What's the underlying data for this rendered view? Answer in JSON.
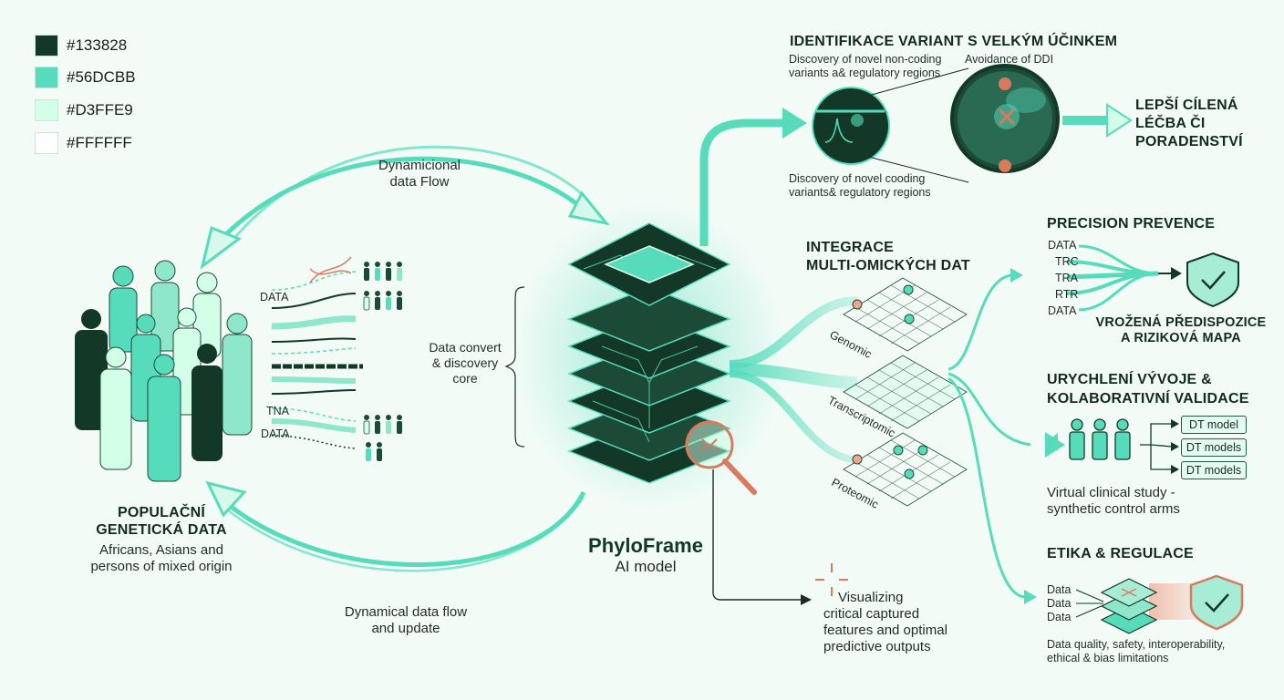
{
  "palette": [
    {
      "hex": "#133828",
      "label": "#133828"
    },
    {
      "hex": "#56DCBB",
      "label": "#56DCBB"
    },
    {
      "hex": "#D3FFE9",
      "label": "#D3FFE9"
    },
    {
      "hex": "#FFFFFF",
      "label": "#FFFFFF"
    }
  ],
  "flows": {
    "top": [
      "Dynamicional",
      "data Flow"
    ],
    "bottom": [
      "Dynamical data flow",
      "and update"
    ]
  },
  "population": {
    "title": [
      "POPULAČNÍ",
      "GENETICKÁ DATA"
    ],
    "subtitle": [
      "Africans, Asians and",
      "persons of mixed origin"
    ],
    "labels": [
      "DATA",
      "TNA",
      "DATA"
    ]
  },
  "core": {
    "label": [
      "Data convert",
      "& discovery",
      "core"
    ],
    "name": "PhyloFrame",
    "sub": "AI model"
  },
  "visualizing": [
    "Visualizing",
    "critical captured",
    "features and optimal",
    "predictive outputs"
  ],
  "variants": {
    "title": "IDENTIFIKACE VARIANT S VELKÝM ÚČINKEM",
    "noncoding": [
      "Discovery of novel non-coding",
      "variants a& regulatory regions"
    ],
    "ddi": "Avoidance of DDI",
    "coding": [
      "Discovery of novel cooding",
      "variants& regulatory regions"
    ],
    "outcome": [
      "LEPŠÍ CÍLENÁ",
      "LÉČBA ČI",
      "PORADENSTVÍ"
    ]
  },
  "multiomics": {
    "title": [
      "INTEGRACE",
      "MULTI-OMICKÝCH DAT"
    ],
    "layers": [
      "Genomic",
      "Transcriptomic",
      "Proteomic"
    ]
  },
  "prevention": {
    "title": "PRECISION PREVENCE",
    "inputs": [
      "DATA",
      "TRC",
      "TRA",
      "RTR",
      "DATA"
    ],
    "caption": [
      "VROŽENÁ PŘEDISPOZICE",
      "A RIZIKOVÁ MAPA"
    ]
  },
  "development": {
    "title": [
      "URYCHLENÍ VÝVOJE &",
      "KOLABORATIVNÍ VALIDACE"
    ],
    "boxes": [
      "DT model",
      "DT models",
      "DT models"
    ],
    "caption": [
      "Virtual clinical study -",
      "synthetic control arms"
    ]
  },
  "ethics": {
    "title": "ETIKA & REGULACE",
    "inputs": [
      "Data",
      "Data",
      "Data"
    ],
    "caption": [
      "Data quality, safety, interoperability,",
      "ethical & bias limitations"
    ]
  }
}
